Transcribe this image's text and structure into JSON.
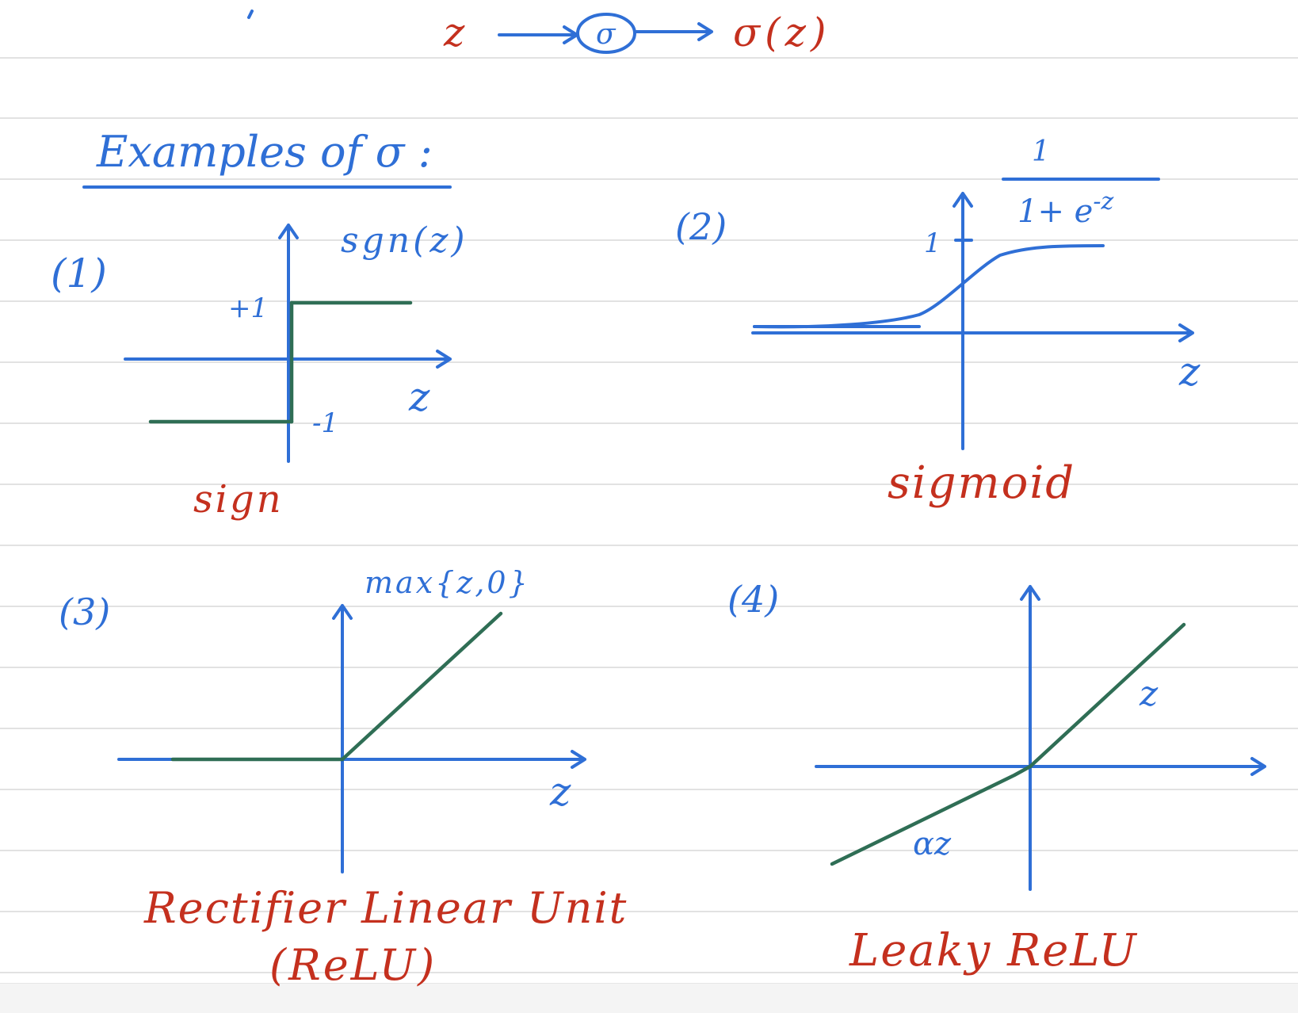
{
  "colors": {
    "ink_blue": "#2f6fd6",
    "ink_red": "#c4301e",
    "ink_green": "#2f6e55",
    "rule_gray": "#d8d8d8"
  },
  "header": {
    "input": "z",
    "node": "σ",
    "output": "σ(z)"
  },
  "title": "Examples of σ :",
  "panels": [
    {
      "number": "(1)",
      "formula": "sgn(z)",
      "tick_plus": "+1",
      "tick_minus": "-1",
      "axis_label": "z",
      "name": "sign"
    },
    {
      "number": "(2)",
      "formula_numerator": "1",
      "formula_denominator": "1+ e",
      "formula_exponent": "-z",
      "tick_one": "1",
      "axis_label": "z",
      "name": "sigmoid"
    },
    {
      "number": "(3)",
      "formula": "max{z,0}",
      "axis_label": "z",
      "name_line1": "Rectifier Linear Unit",
      "name_line2": "(ReLU)"
    },
    {
      "number": "(4)",
      "upper_label": "z",
      "lower_label": "αz",
      "name": "Leaky ReLU"
    }
  ]
}
